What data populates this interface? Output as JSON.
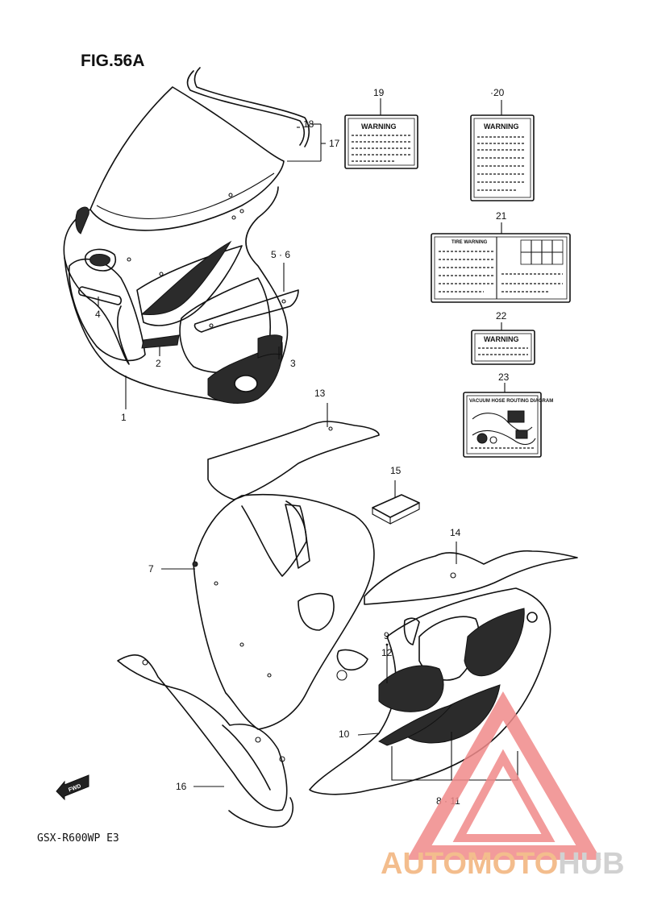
{
  "figure_title": "FIG.56A",
  "model_code": "GSX-R600WP  E3",
  "fwd_label": "FWD",
  "warning_word": "WARNING",
  "label21_title": "TIRE WARNING",
  "label23_title": "VACUUM HOSE ROUTING DIAGRAM",
  "callouts": {
    "c1": "1",
    "c2": "2",
    "c3": "3",
    "c4": "4",
    "c56": "5 · 6",
    "c7": "7",
    "c9": "9",
    "c10": "10",
    "c811": "8 · 11",
    "c12": "12",
    "c13": "13",
    "c14": "14",
    "c15": "15",
    "c16": "16",
    "c17": "17",
    "c18": "18",
    "c19": "19",
    "c20": "·20",
    "c21": "21",
    "c22": "22",
    "c23": "23"
  },
  "watermark": {
    "part1": "AUTOMOTO",
    "part2": "HUB",
    "color_main": "#f2b27a",
    "color_accent": "#c9c9c9",
    "triangle_color": "#f08a8a"
  }
}
